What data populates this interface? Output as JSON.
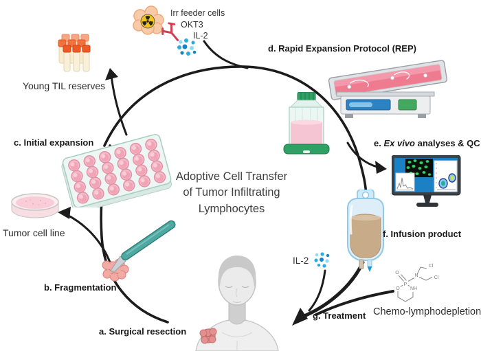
{
  "figure": {
    "center_title": "Adoptive Cell Transfer\nof Tumor Infiltrating\nLymphocytes"
  },
  "steps": {
    "a": "a. Surgical resection",
    "b": "b. Fragmentation",
    "c": "c. Initial expansion",
    "d": "d. Rapid Expansion Protocol (REP)",
    "e_prefix": "e. ",
    "e_italic": "Ex vivo",
    "e_suffix": " analyses & QC",
    "f": "f. Infusion product",
    "g": "g. Treatment"
  },
  "labels": {
    "young_til": "Young TIL reserves",
    "tumor_cell_line": "Tumor cell line",
    "chemo": "Chemo-lymphodepletion",
    "irr_feeder": "Irr feeder cells",
    "okt3": "OKT3",
    "il2_top": "IL-2",
    "il2_treatment": "IL-2"
  },
  "chem_atoms": {
    "dbl_o": "O",
    "ring_o": "O",
    "ring_p": "P",
    "ring_nh": "NH",
    "n": "N",
    "cl_up": "Cl",
    "cl_right": "Cl"
  },
  "icons": [
    "cryovials-icon",
    "irradiated-feeder-cells-icon",
    "antibody-icon",
    "il2-molecules-icon",
    "well-plate-icon",
    "petri-dish-icon",
    "scalpel-tumor-icon",
    "patient-figure",
    "grex-flask-icon",
    "wave-bioreactor-icon",
    "monitor-qc-icon",
    "iv-bag-icon",
    "cyclophosphamide-structure-icon"
  ],
  "colors": {
    "arrow": "#1c1c1c",
    "scalpel_teal": "#4ea9a2",
    "well_pink": "#f5bac7",
    "bag_fluid_tan": "#c8ab89",
    "screen_blue": "#1b80c4",
    "il2_blue": "#2aabe2",
    "antibody_red": "#d23f52",
    "vial_cap_orange": "#ee5a26",
    "flask_green": "#2fa165",
    "bioreactor_pink": "#ef7b91",
    "person_gray": "#ebebeb",
    "tumor_pink": "#f2aaa5"
  }
}
